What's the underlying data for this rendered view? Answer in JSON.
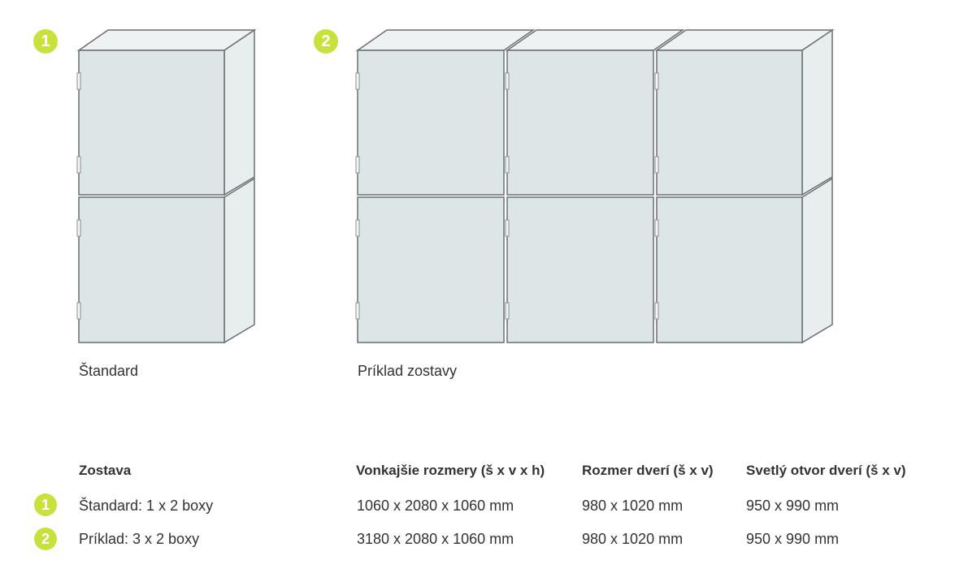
{
  "badges": {
    "one": "1",
    "two": "2"
  },
  "captions": {
    "standard": "Štandard",
    "example": "Príklad zostavy"
  },
  "table": {
    "headers": [
      "Zostava",
      "Vonkajšie rozmery (š x v x h)",
      "Rozmer dverí (š x v)",
      "Svetlý otvor dverí (š x v)"
    ],
    "rows": [
      {
        "badge": "1",
        "cells": [
          "Štandard: 1 x 2 boxy",
          "1060 x 2080 x 1060 mm",
          "980 x 1020 mm",
          "950 x 990 mm"
        ]
      },
      {
        "badge": "2",
        "cells": [
          "Príklad: 3 x 2 boxy",
          "3180 x 2080 x 1060 mm",
          "980 x 1020 mm",
          "950 x 990 mm"
        ]
      }
    ]
  },
  "colors": {
    "accent": "#c8e13c",
    "panel": "#dde6e6",
    "side": "#e8eded",
    "stroke": "#6a6f73"
  }
}
